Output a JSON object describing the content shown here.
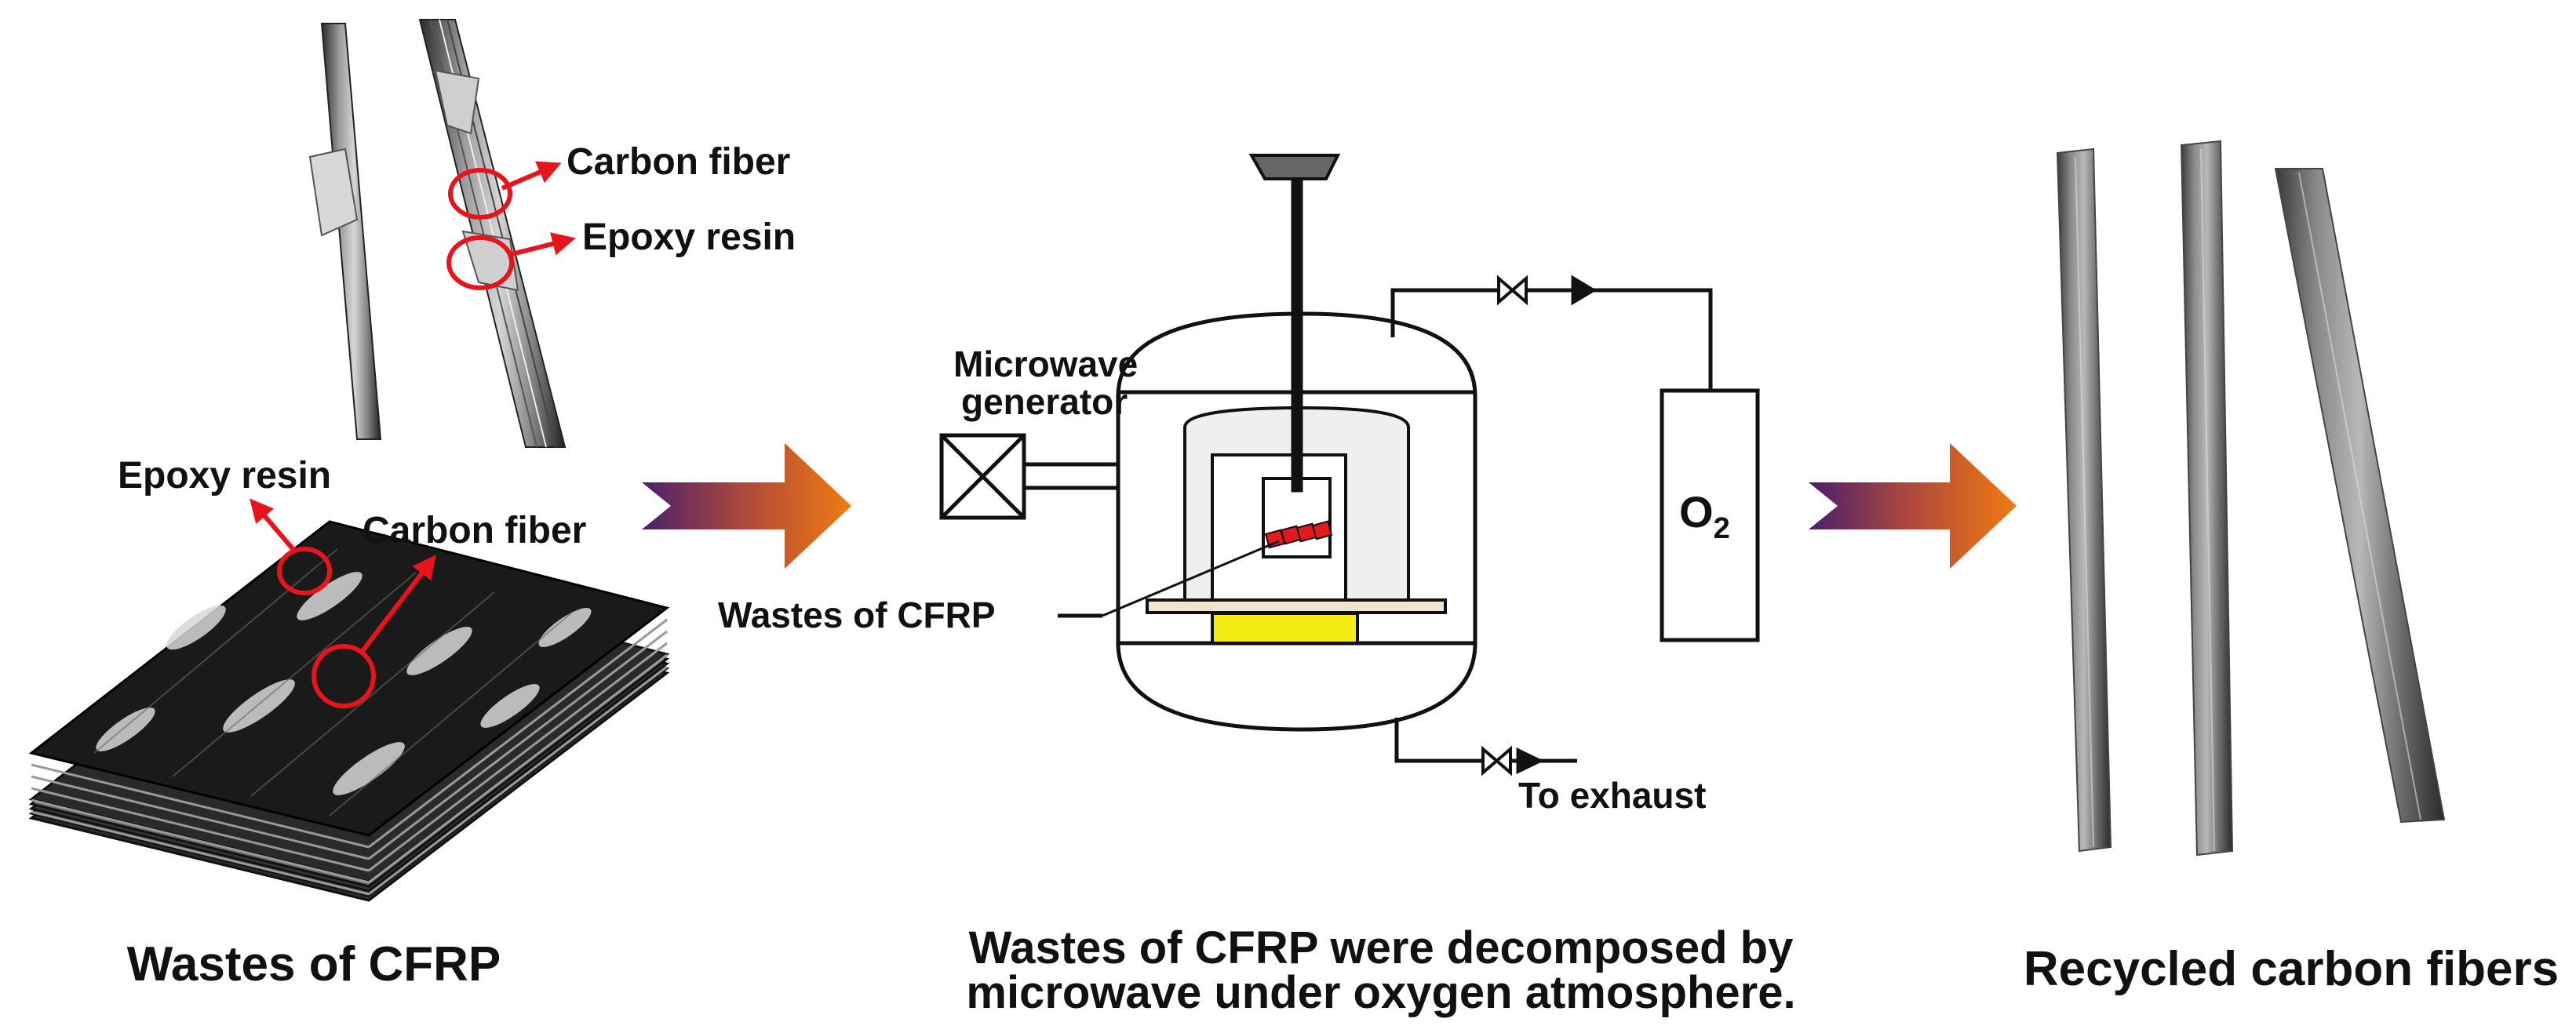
{
  "panels": {
    "left": {
      "caption": "Wastes of CFRP",
      "sem_labels": {
        "carbon_fiber_top": "Carbon fiber",
        "epoxy_resin_top": "Epoxy resin",
        "epoxy_resin_stack": "Epoxy resin",
        "carbon_fiber_stack": "Carbon fiber"
      }
    },
    "middle": {
      "caption_line1": "Wastes of CFRP were decomposed by",
      "caption_line2": "microwave under oxygen atmosphere.",
      "labels": {
        "microwave_line1": "Microwave",
        "microwave_line2": "generator",
        "wastes": "Wastes of CFRP",
        "oxygen_main": "O",
        "oxygen_sub": "2",
        "exhaust": "To exhaust"
      }
    },
    "right": {
      "caption": "Recycled carbon fibers"
    }
  },
  "colors": {
    "annotation_red": "#e8141c",
    "arrow_start": "#4a1f6b",
    "arrow_end": "#f07a12",
    "heater_yellow": "#f4ec12",
    "sample_red": "#e41a1a"
  }
}
